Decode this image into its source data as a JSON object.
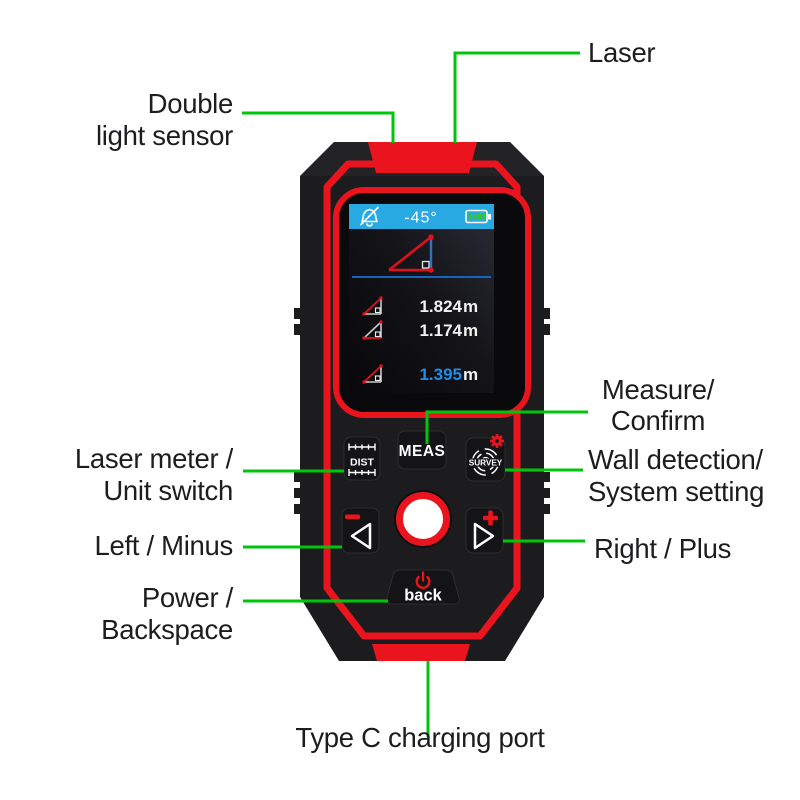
{
  "colors": {
    "device_red": "#e9141d",
    "connector_green": "#00c60b",
    "status_bar_blue": "#29a9e1",
    "highlight_value_blue": "#1d8ee9",
    "body_black": "#1c1c1e",
    "battery_green": "#35c33f"
  },
  "callouts": {
    "laser": {
      "label": "Laser"
    },
    "double_light_sensor": {
      "line1": "Double",
      "line2": "light sensor"
    },
    "laser_meter": {
      "line1": "Laser meter /",
      "line2": "Unit switch"
    },
    "left_minus": {
      "label": "Left / Minus"
    },
    "power": {
      "line1": "Power /",
      "line2": "Backspace"
    },
    "measure": {
      "line1": "Measure/",
      "line2": "Confirm"
    },
    "wall": {
      "line1": "Wall detection/",
      "line2": "System setting"
    },
    "right_plus": {
      "label": "Right / Plus"
    },
    "type_c": {
      "label": "Type C charging port"
    }
  },
  "device": {
    "screen": {
      "status": {
        "angle": "-45°",
        "mute_icon": "buzzer-mute",
        "battery_icon": "battery-full"
      },
      "angle_diagram_icon": "right-triangle",
      "rows": [
        {
          "icon": "triangle-measure",
          "value": "1.824",
          "unit": "m",
          "highlight": false
        },
        {
          "icon": "triangle-measure",
          "value": "1.174",
          "unit": "m",
          "highlight": false
        },
        {
          "icon": "triangle-measure",
          "value": "1.395",
          "unit": "m",
          "highlight": true
        }
      ]
    },
    "buttons": {
      "dist": "DIST",
      "meas": "MEAS",
      "survey": "SURVEY",
      "back": "back",
      "icons": {
        "dist": "ruler-icon",
        "survey": "target-icon",
        "survey_corner": "gear-icon",
        "left": "left-arrow-icon",
        "left_corner": "minus-icon",
        "right": "right-arrow-icon",
        "right_corner": "plus-icon",
        "back": "power-icon",
        "center": "speaker-circle"
      }
    }
  }
}
